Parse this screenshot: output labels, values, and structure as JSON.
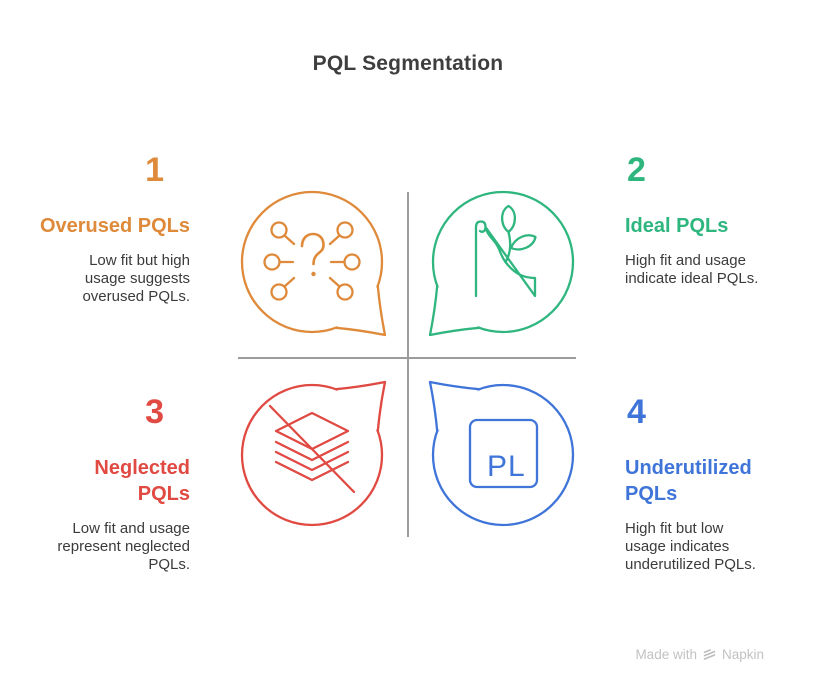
{
  "title": "PQL Segmentation",
  "colors": {
    "orange": "#de8a3a",
    "green": "#2fb67f",
    "red": "#e04a42",
    "blue": "#3f74d9",
    "title_text": "#3e3e3e",
    "body_text": "#3b3b3b",
    "axis_gray": "#9c9c9c",
    "watermark_gray": "#c2c2c2"
  },
  "quadrants": [
    {
      "number": "1",
      "heading": "Overused PQLs",
      "description": "Low fit but high usage suggests overused PQLs.",
      "color": "#de8a3a",
      "icon": "network-question-icon"
    },
    {
      "number": "2",
      "heading": "Ideal PQLs",
      "description": "High fit and usage indicate ideal PQLs.",
      "color": "#2fb67f",
      "icon": "growth-plant-icon"
    },
    {
      "number": "3",
      "heading": "Neglected PQLs",
      "description": "Low fit and usage represent neglected PQLs.",
      "color": "#e04a42",
      "icon": "ignored-documents-icon"
    },
    {
      "number": "4",
      "heading": "Underutilized PQLs",
      "description": "High fit but low usage indicates underutilized PQLs.",
      "color": "#3f74d9",
      "icon": "pl-badge-icon",
      "icon_label": "PL"
    }
  ],
  "watermark": {
    "prefix": "Made with",
    "brand": "Napkin"
  }
}
